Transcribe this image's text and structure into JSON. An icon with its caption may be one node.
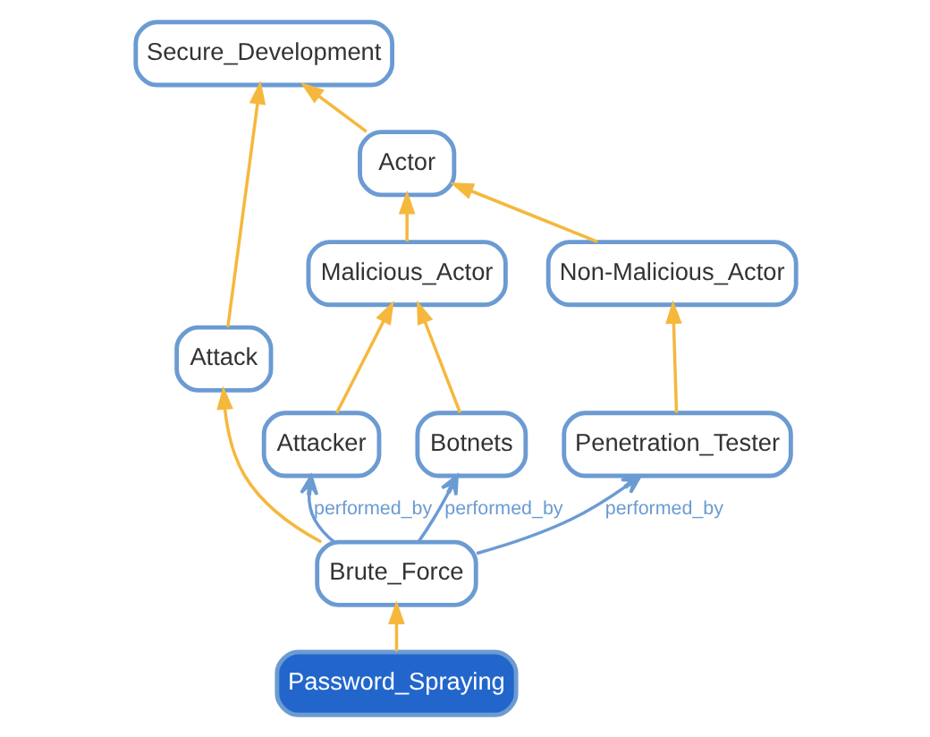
{
  "diagram": {
    "nodes": [
      {
        "text": [
          "Secure_Development"
        ]
      },
      {
        "text": [
          "Attack"
        ]
      },
      {
        "text": [
          "Actor"
        ]
      },
      {
        "text": [
          "Malicious_Actor"
        ]
      },
      {
        "text": [
          "Non-Malicious_Actor"
        ]
      },
      {
        "text": [
          "Attacker"
        ]
      },
      {
        "text": [
          "Botnets"
        ]
      },
      {
        "text": [
          "Penetration_Tester"
        ]
      },
      {
        "text": [
          "Brute_Force"
        ]
      },
      {
        "text": [
          "Password_Spraying"
        ]
      }
    ],
    "edges": [
      {
        "from": 1,
        "to": 0,
        "arrow": "to"
      },
      {
        "from": 2,
        "to": 0,
        "arrow": "to"
      },
      {
        "from": 3,
        "to": 2,
        "arrow": "to"
      },
      {
        "from": 4,
        "to": 2,
        "arrow": "to"
      },
      {
        "from": 5,
        "to": 3,
        "arrow": "to"
      },
      {
        "from": 6,
        "to": 3,
        "arrow": "to"
      },
      {
        "from": 7,
        "to": 4,
        "arrow": "to"
      },
      {
        "from": 8,
        "to": 1,
        "arrow": "to"
      },
      {
        "from": 8,
        "to": 5,
        "arrow": "to",
        "label": "performed_by",
        "color": "#6b9bd2"
      },
      {
        "from": 8,
        "to": 6,
        "arrow": "to",
        "label": "performed_by",
        "color": "#6b9bd2"
      },
      {
        "from": 8,
        "to": 7,
        "arrow": "to",
        "label": "performed_by",
        "color": "#6b9bd2"
      },
      {
        "from": 9,
        "to": 8,
        "arrow": "to"
      }
    ]
  }
}
